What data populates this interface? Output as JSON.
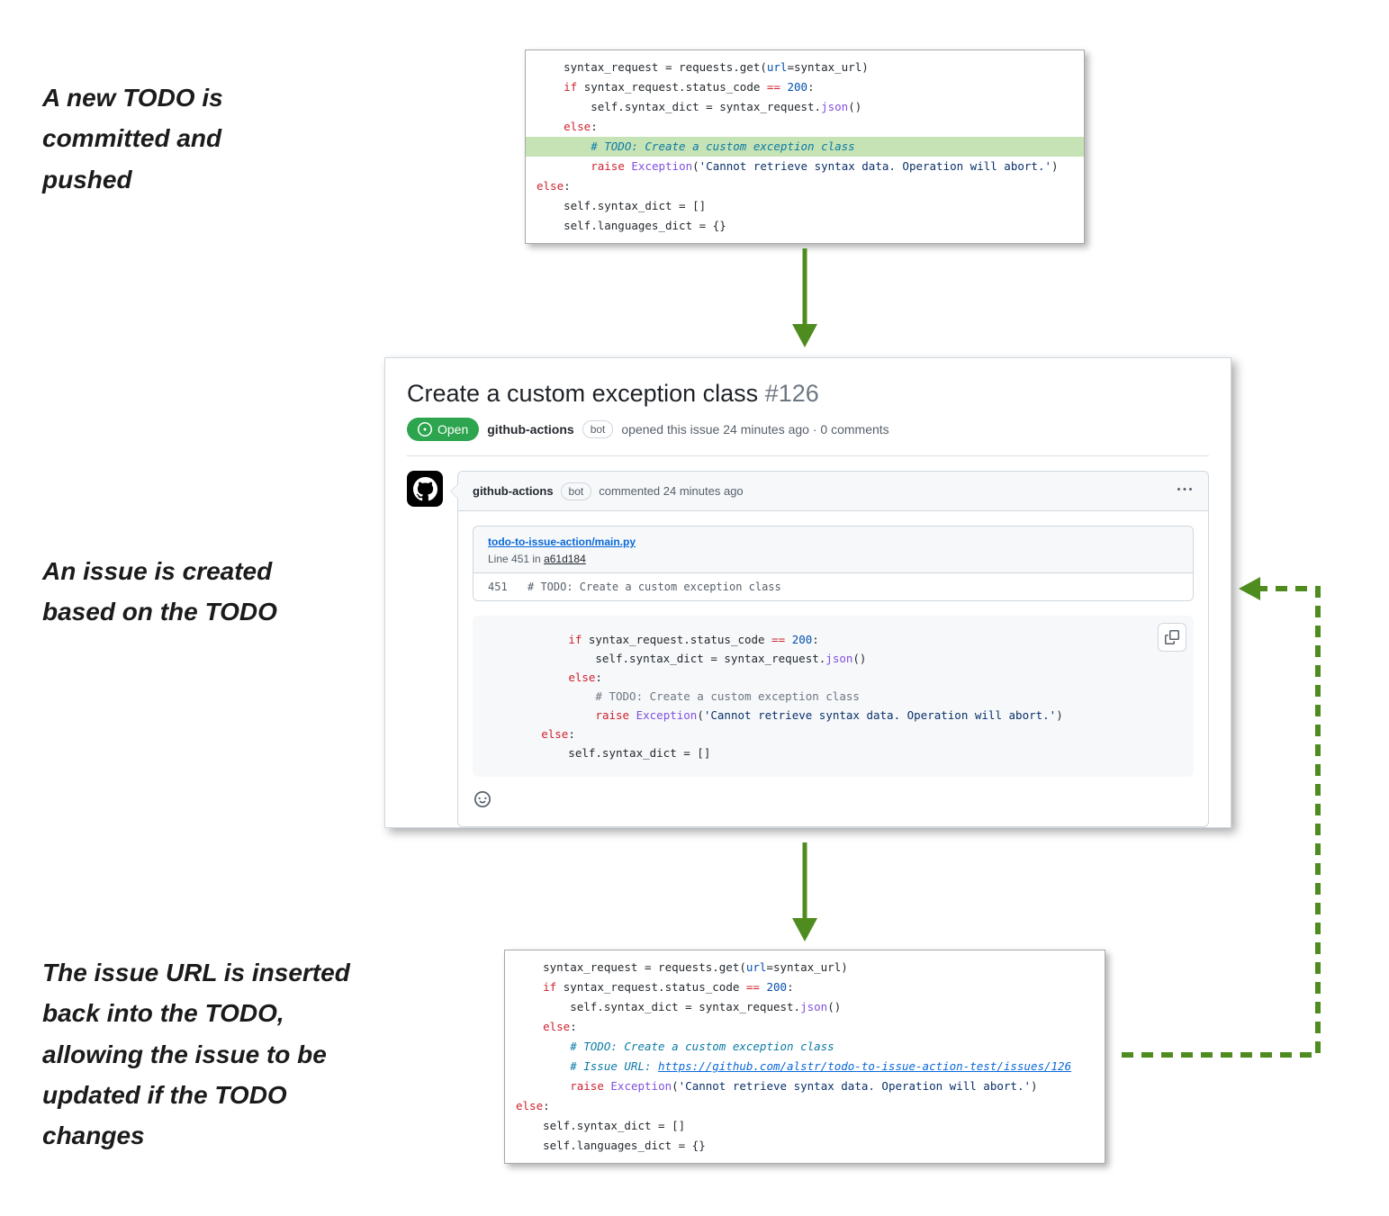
{
  "colors": {
    "arrow_green": "#4e8c1f",
    "todo_highlight": "#c6e3b5",
    "open_badge": "#2da44e",
    "link_blue": "#0969da"
  },
  "annotations": {
    "step1": "A new TODO is committed and pushed",
    "step2": "An issue is created based on the TODO",
    "step3": "The issue URL is inserted back into the TODO, allowing the issue to be updated if the TODO changes"
  },
  "issue": {
    "title": "Create a custom exception class",
    "number": "#126",
    "state": "Open",
    "author": "github-actions",
    "bot": "bot",
    "opened": "opened this issue 24 minutes ago · 0 comments",
    "comment": {
      "author": "github-actions",
      "bot": "bot",
      "meta": "commented 24 minutes ago",
      "file": "todo-to-issue-action/main.py",
      "line_prefix": "Line 451 in ",
      "commit": "a61d184",
      "ln": "451",
      "code": "# TODO: Create a custom exception class"
    }
  },
  "code_top": {
    "lines": [
      {
        "t": [
          [
            "p",
            "    syntax_request = requests.get("
          ],
          [
            "n",
            "url"
          ],
          [
            "p",
            "=syntax_url)"
          ]
        ]
      },
      {
        "t": [
          [
            "p",
            "    "
          ],
          [
            "k",
            "if"
          ],
          [
            "p",
            " syntax_request.status_code "
          ],
          [
            "k",
            "=="
          ],
          [
            "p",
            " "
          ],
          [
            "n",
            "200"
          ],
          [
            "p",
            ":"
          ]
        ]
      },
      {
        "t": [
          [
            "p",
            "        self.syntax_dict = syntax_request."
          ],
          [
            "f",
            "json"
          ],
          [
            "p",
            "()"
          ]
        ]
      },
      {
        "t": [
          [
            "p",
            "    "
          ],
          [
            "k",
            "else"
          ],
          [
            "p",
            ":"
          ]
        ]
      },
      {
        "hl": true,
        "t": [
          [
            "todo",
            "        # TODO: Create a custom exception class"
          ]
        ]
      },
      {
        "t": [
          [
            "p",
            "        "
          ],
          [
            "k",
            "raise"
          ],
          [
            "p",
            " "
          ],
          [
            "f",
            "Exception"
          ],
          [
            "p",
            "("
          ],
          [
            "s",
            "'Cannot retrieve syntax data. Operation will abort.'"
          ],
          [
            "p",
            ")"
          ]
        ]
      },
      {
        "t": [
          [
            "k",
            "else"
          ],
          [
            "p",
            ":"
          ]
        ]
      },
      {
        "t": [
          [
            "p",
            "    self.syntax_dict = []"
          ]
        ]
      },
      {
        "t": [
          [
            "p",
            "    self.languages_dict = {}"
          ]
        ]
      }
    ]
  },
  "code_issue": {
    "lines": [
      {
        "t": [
          [
            "p",
            "            "
          ],
          [
            "k",
            "if"
          ],
          [
            "p",
            " syntax_request.status_code "
          ],
          [
            "k",
            "=="
          ],
          [
            "p",
            " "
          ],
          [
            "n",
            "200"
          ],
          [
            "p",
            ":"
          ]
        ]
      },
      {
        "t": [
          [
            "p",
            "                self.syntax_dict = syntax_request."
          ],
          [
            "f",
            "json"
          ],
          [
            "p",
            "()"
          ]
        ]
      },
      {
        "t": [
          [
            "p",
            "            "
          ],
          [
            "k",
            "else"
          ],
          [
            "p",
            ":"
          ]
        ]
      },
      {
        "t": [
          [
            "c",
            "                # TODO: Create a custom exception class"
          ]
        ]
      },
      {
        "t": [
          [
            "p",
            "                "
          ],
          [
            "k",
            "raise"
          ],
          [
            "p",
            " "
          ],
          [
            "f",
            "Exception"
          ],
          [
            "p",
            "("
          ],
          [
            "s",
            "'Cannot retrieve syntax data. Operation will abort.'"
          ],
          [
            "p",
            ")"
          ]
        ]
      },
      {
        "t": [
          [
            "p",
            "        "
          ],
          [
            "k",
            "else"
          ],
          [
            "p",
            ":"
          ]
        ]
      },
      {
        "t": [
          [
            "p",
            "            self.syntax_dict = []"
          ]
        ]
      }
    ]
  },
  "code_bottom": {
    "lines": [
      {
        "t": [
          [
            "p",
            "    syntax_request = requests.get("
          ],
          [
            "n",
            "url"
          ],
          [
            "p",
            "=syntax_url)"
          ]
        ]
      },
      {
        "t": [
          [
            "p",
            "    "
          ],
          [
            "k",
            "if"
          ],
          [
            "p",
            " syntax_request.status_code "
          ],
          [
            "k",
            "=="
          ],
          [
            "p",
            " "
          ],
          [
            "n",
            "200"
          ],
          [
            "p",
            ":"
          ]
        ]
      },
      {
        "t": [
          [
            "p",
            "        self.syntax_dict = syntax_request."
          ],
          [
            "f",
            "json"
          ],
          [
            "p",
            "()"
          ]
        ]
      },
      {
        "t": [
          [
            "p",
            "    "
          ],
          [
            "k",
            "else"
          ],
          [
            "p",
            ":"
          ]
        ]
      },
      {
        "t": [
          [
            "todo",
            "        # TODO: Create a custom exception class"
          ]
        ]
      },
      {
        "t": [
          [
            "todo",
            "        # Issue URL: "
          ],
          [
            "url",
            "https://github.com/alstr/todo-to-issue-action-test/issues/126"
          ]
        ]
      },
      {
        "t": [
          [
            "p",
            "        "
          ],
          [
            "k",
            "raise"
          ],
          [
            "p",
            " "
          ],
          [
            "f",
            "Exception"
          ],
          [
            "p",
            "("
          ],
          [
            "s",
            "'Cannot retrieve syntax data. Operation will abort.'"
          ],
          [
            "p",
            ")"
          ]
        ]
      },
      {
        "t": [
          [
            "k",
            "else"
          ],
          [
            "p",
            ":"
          ]
        ]
      },
      {
        "t": [
          [
            "p",
            "    self.syntax_dict = []"
          ]
        ]
      },
      {
        "t": [
          [
            "p",
            "    self.languages_dict = {}"
          ]
        ]
      }
    ]
  }
}
